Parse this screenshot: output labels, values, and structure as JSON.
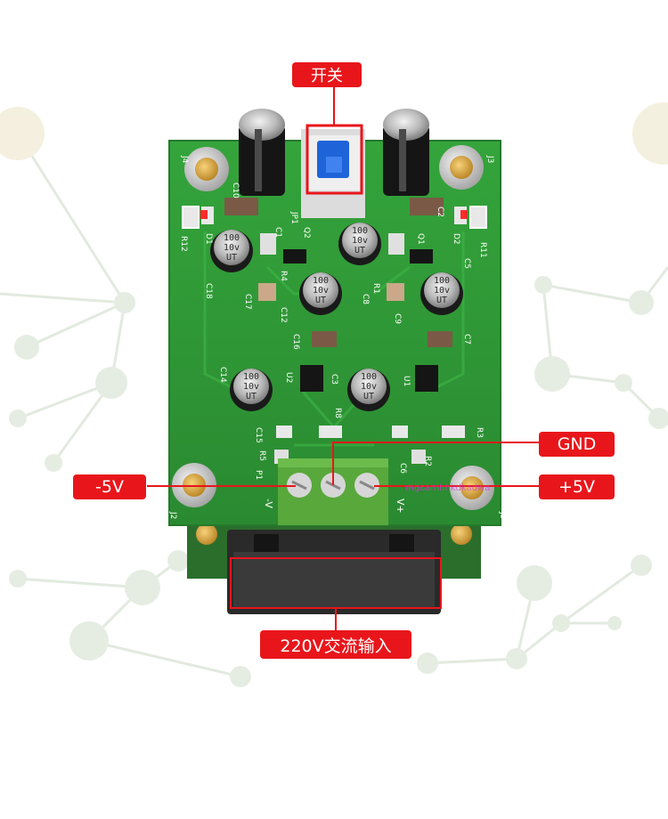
{
  "annotations": {
    "switch_label": "开关",
    "gnd_label": "GND",
    "neg5v_label": "-5V",
    "pos5v_label": "+5V",
    "ac_input_label": "220V交流输入"
  },
  "pcb_markings": {
    "silk_left_terminal": "-V",
    "silk_right_terminal": "V+",
    "cap_label_line1": "100",
    "cap_label_line2": "10v",
    "cap_label_line3": "UT",
    "refs": [
      "J4",
      "J3",
      "C10",
      "JP1",
      "C2",
      "C1",
      "R12",
      "D1",
      "D2",
      "Q2",
      "Q1",
      "R11",
      "R4",
      "C5",
      "C18",
      "C17",
      "C12",
      "C8",
      "C9",
      "R1",
      "C16",
      "C7",
      "C14",
      "U2",
      "C3",
      "U1",
      "R8",
      "C15",
      "R5",
      "R3",
      "R2",
      "C6",
      "P1",
      "J2",
      "J5"
    ]
  },
  "watermark": "mgoamhhkdkadwa",
  "colors": {
    "callout_red": "#e8161b",
    "pcb_green": "#2f9a36",
    "terminal_green": "#58a83c",
    "switch_blue": "#1f63d8",
    "capacitor_black": "#1a1a1a",
    "background_network": "#dfe8dc"
  }
}
